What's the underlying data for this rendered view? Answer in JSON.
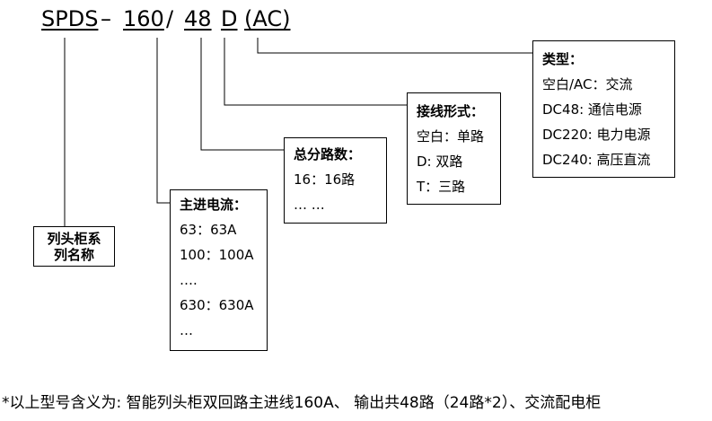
{
  "code": {
    "prefix": "SPDS",
    "sep1": "–",
    "current": "160",
    "sep2": "/",
    "circuits": "48",
    "type_letter": "D",
    "power": "(AC)"
  },
  "series_box": {
    "line1": "列头柜系",
    "line2": "列名称"
  },
  "main_current": {
    "title": "主进电流：",
    "items": [
      "63：63A",
      "100：100A",
      "….",
      "630：630A",
      "…"
    ]
  },
  "total_circuits": {
    "title": "总分路数：",
    "items": [
      "16：16路",
      "… …"
    ]
  },
  "wiring": {
    "title": "接线形式：",
    "items": [
      "空白：单路",
      "D:  双路",
      "T：三路"
    ]
  },
  "type": {
    "title": "类型：",
    "items": [
      "空白/AC：交流",
      "DC48: 通信电源",
      "DC220: 电力电源",
      "DC240: 高压直流"
    ]
  },
  "footnote": "*以上型号含义为: 智能列头柜双回路主进线160A、 输出共48路（24路*2）、交流配电柜"
}
